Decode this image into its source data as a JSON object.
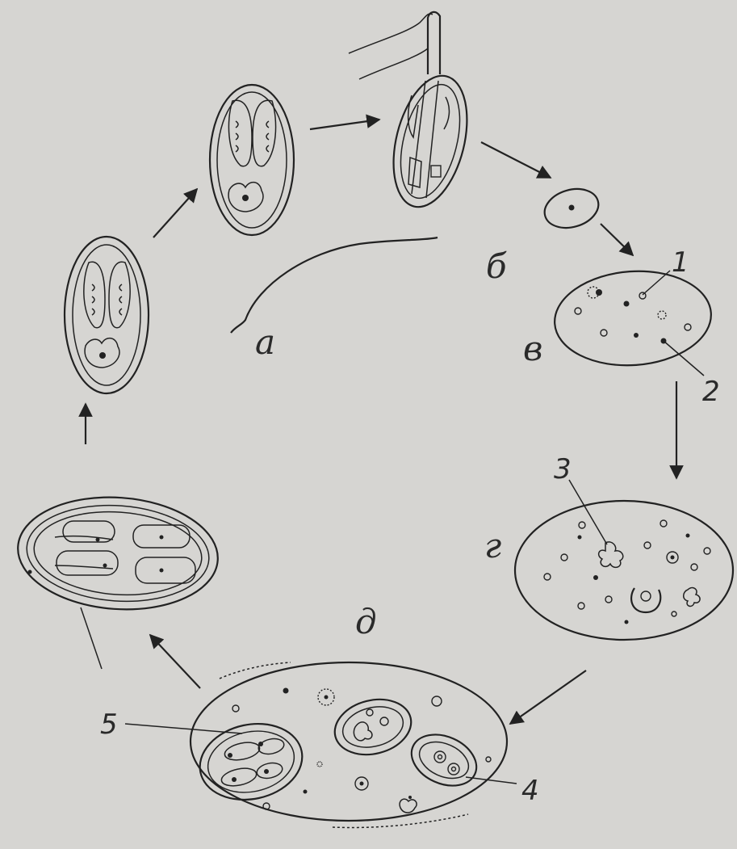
{
  "stage_labels": {
    "a": "а",
    "b": "б",
    "v": "в",
    "g": "г",
    "d": "д"
  },
  "number_labels": {
    "n1": "1",
    "n2": "2",
    "n3": "3",
    "n4": "4",
    "n5": "5"
  }
}
